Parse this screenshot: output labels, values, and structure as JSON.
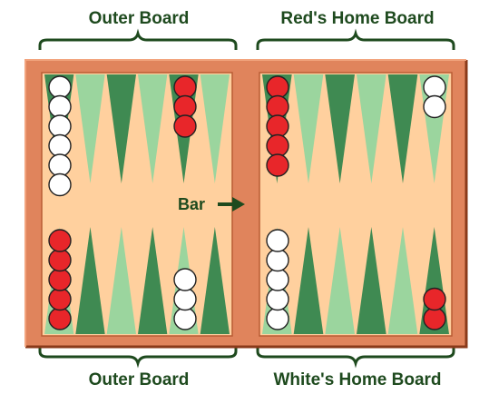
{
  "labels": {
    "top_left": "Outer Board",
    "top_right": "Red's Home Board",
    "bottom_left": "Outer Board",
    "bottom_right": "White's Home Board",
    "bar": "Bar"
  },
  "colors": {
    "frame": "#e0845c",
    "frame_shadow": "#8a3a1a",
    "surface": "#ffd09e",
    "point_dark": "#3f8a52",
    "point_light": "#9bd59e",
    "checker_white": "#ffffff",
    "checker_red": "#e8262a",
    "text": "#1e4a1e"
  },
  "checkers": {
    "top_left_col1": {
      "color": "white",
      "count": 6
    },
    "top_left_col5": {
      "color": "red",
      "count": 3
    },
    "top_right_col1": {
      "color": "red",
      "count": 5
    },
    "top_right_col6": {
      "color": "white",
      "count": 2
    },
    "bottom_left_col1": {
      "color": "red",
      "count": 5
    },
    "bottom_left_col5": {
      "color": "white",
      "count": 3
    },
    "bottom_right_col1": {
      "color": "white",
      "count": 5
    },
    "bottom_right_col6": {
      "color": "red",
      "count": 2
    }
  }
}
